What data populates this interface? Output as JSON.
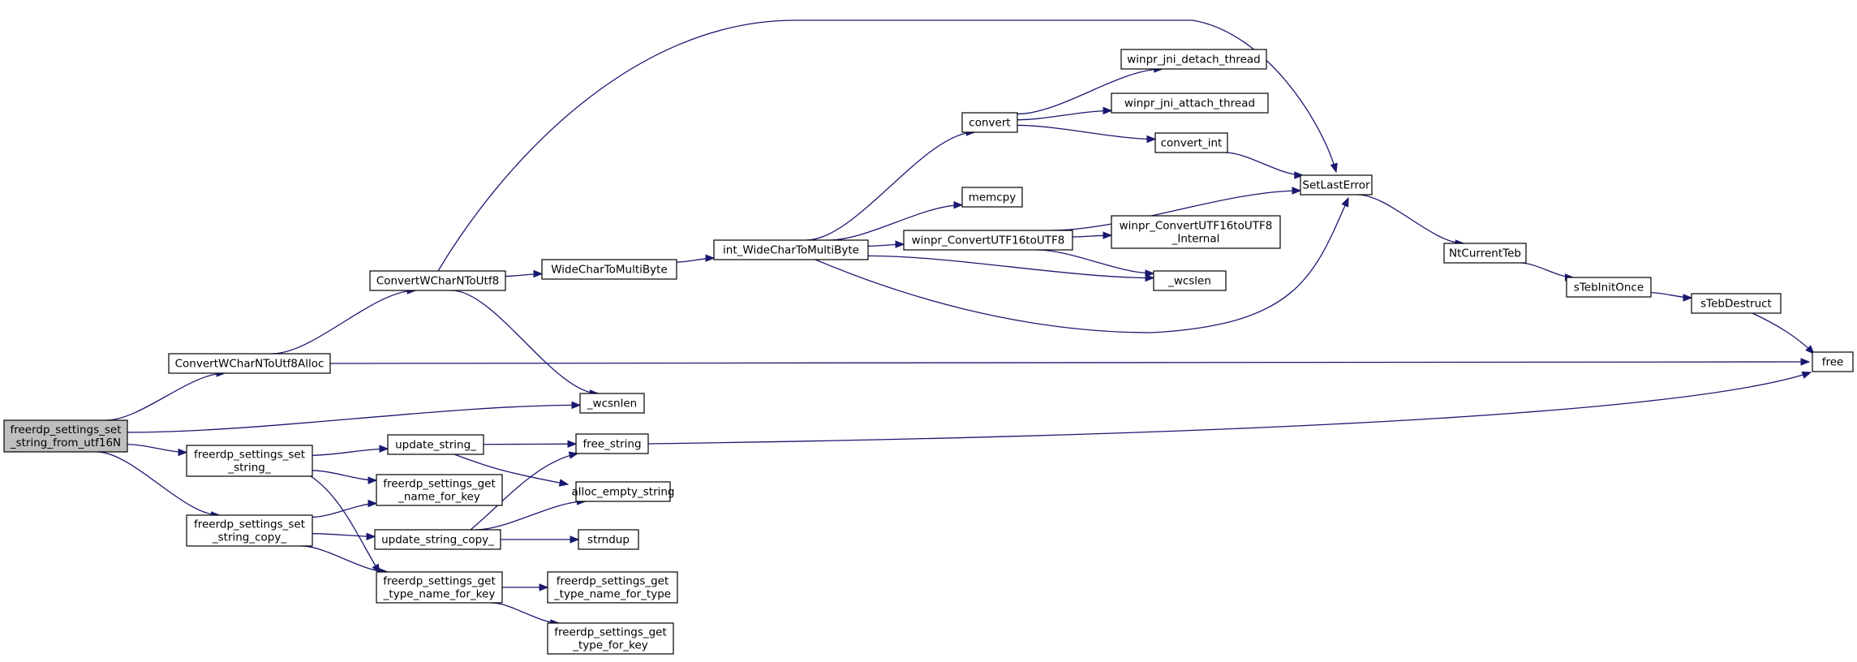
{
  "graph": {
    "colors": {
      "edge": "#191970",
      "node_border": "#000000",
      "root_fill": "#bfbfbf",
      "node_fill": "#ffffff"
    },
    "nodes": {
      "root": [
        "freerdp_settings_set",
        "_string_from_utf16N"
      ],
      "cwcnua": [
        "ConvertWCharNToUtf8Alloc"
      ],
      "wcsnlen": [
        "_wcsnlen"
      ],
      "fss": [
        "freerdp_settings_set",
        "_string_"
      ],
      "fssc": [
        "freerdp_settings_set",
        "_string_copy_"
      ],
      "cwcnu": [
        "ConvertWCharNToUtf8"
      ],
      "free": [
        "free"
      ],
      "setlasterror": [
        "SetLastError"
      ],
      "wctmb": [
        "WideCharToMultiByte"
      ],
      "iwctmb": [
        "int_WideCharToMultiByte"
      ],
      "convert": [
        "convert"
      ],
      "memcpy": [
        "memcpy"
      ],
      "wcu16": [
        "winpr_ConvertUTF16toUTF8"
      ],
      "wcslen": [
        "_wcslen"
      ],
      "detach": [
        "winpr_jni_detach_thread"
      ],
      "attach": [
        "winpr_jni_attach_thread"
      ],
      "convint": [
        "convert_int"
      ],
      "wcu16i": [
        "winpr_ConvertUTF16toUTF8",
        "_Internal"
      ],
      "ntct": [
        "NtCurrentTeb"
      ],
      "stio": [
        "sTebInitOnce"
      ],
      "stdes": [
        "sTebDestruct"
      ],
      "updstr": [
        "update_string_"
      ],
      "gname": [
        "freerdp_settings_get",
        "_name_for_key"
      ],
      "gtname": [
        "freerdp_settings_get",
        "_type_name_for_key"
      ],
      "freestr": [
        "free_string"
      ],
      "allocempty": [
        "alloc_empty_string"
      ],
      "updcopy": [
        "update_string_copy_"
      ],
      "strndup": [
        "strndup"
      ],
      "gtnfortype": [
        "freerdp_settings_get",
        "_type_name_for_type"
      ],
      "gtforkey": [
        "freerdp_settings_get",
        "_type_for_key"
      ]
    },
    "edges": [
      [
        "root",
        "cwcnua"
      ],
      [
        "root",
        "wcsnlen"
      ],
      [
        "root",
        "fss"
      ],
      [
        "root",
        "fssc"
      ],
      [
        "cwcnua",
        "cwcnu"
      ],
      [
        "cwcnua",
        "free"
      ],
      [
        "cwcnu",
        "setlasterror"
      ],
      [
        "cwcnu",
        "wctmb"
      ],
      [
        "cwcnu",
        "wcsnlen"
      ],
      [
        "wctmb",
        "iwctmb"
      ],
      [
        "iwctmb",
        "convert"
      ],
      [
        "iwctmb",
        "memcpy"
      ],
      [
        "iwctmb",
        "wcu16"
      ],
      [
        "iwctmb",
        "wcslen"
      ],
      [
        "iwctmb",
        "setlasterror"
      ],
      [
        "convert",
        "detach"
      ],
      [
        "convert",
        "attach"
      ],
      [
        "convert",
        "convint"
      ],
      [
        "convint",
        "setlasterror"
      ],
      [
        "wcu16",
        "setlasterror"
      ],
      [
        "wcu16",
        "wcu16i"
      ],
      [
        "wcu16",
        "wcslen"
      ],
      [
        "setlasterror",
        "ntct"
      ],
      [
        "ntct",
        "stio"
      ],
      [
        "stio",
        "stdes"
      ],
      [
        "stdes",
        "free"
      ],
      [
        "fss",
        "updstr"
      ],
      [
        "fss",
        "gname"
      ],
      [
        "fss",
        "gtname"
      ],
      [
        "updstr",
        "freestr"
      ],
      [
        "updstr",
        "allocempty"
      ],
      [
        "freestr",
        "free"
      ],
      [
        "fssc",
        "gname"
      ],
      [
        "fssc",
        "updcopy"
      ],
      [
        "fssc",
        "gtname"
      ],
      [
        "updcopy",
        "freestr"
      ],
      [
        "updcopy",
        "allocempty"
      ],
      [
        "updcopy",
        "strndup"
      ],
      [
        "gtname",
        "gtnfortype"
      ],
      [
        "gtname",
        "gtforkey"
      ]
    ]
  }
}
